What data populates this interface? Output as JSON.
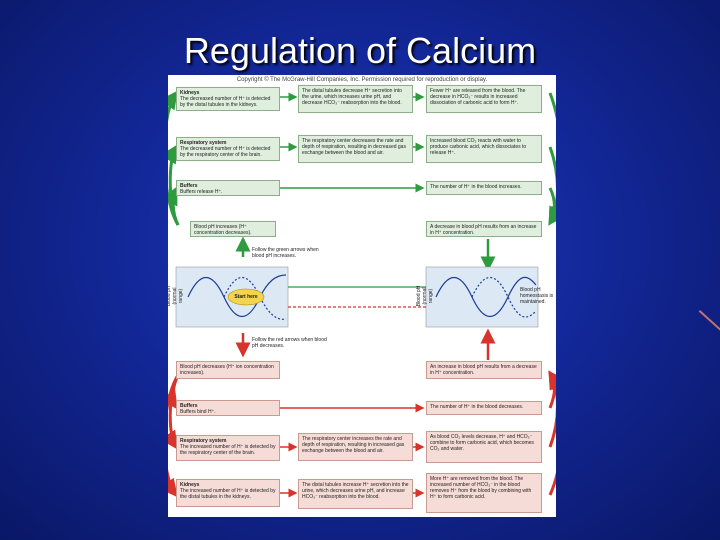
{
  "slide": {
    "title": "Regulation of Calcium",
    "copyright": "Copyright © The McGraw-Hill Companies, Inc. Permission required for reproduction or display."
  },
  "top": {
    "kidneys": {
      "title": "Kidneys",
      "text": "The decreased number of H⁺ is detected by the distal tubules in the kidneys."
    },
    "kidneys_effect": "The distal tubules decrease H⁺ secretion into the urine, which increases urine pH, and decrease HCO₃⁻ reabsorption into the blood.",
    "kidneys_result": "Fewer H⁺ are released from the blood. The decrease in HCO₃⁻ results in increased dissociation of carbonic acid to form H⁺.",
    "resp": {
      "title": "Respiratory system",
      "text": "The decreased number of H⁺ is detected by the respiratory center of the brain."
    },
    "resp_effect": "The respiratory center decreases the rate and depth of respiration, resulting in decreased gas exchange between the blood and air.",
    "resp_result": "Increased blood CO₂ reacts with water to produce carbonic acid, which dissociates to release H⁺.",
    "buffers": {
      "title": "Buffers",
      "text": "Buffers release H⁺."
    },
    "buffers_result": "The number of H⁺ in the blood increases.",
    "ph_up": "Blood pH increases (H⁺ concentration decreases).",
    "ph_up_result": "A decrease in blood pH results from an increase in H⁺ concentration.",
    "green_note": "Follow the green arrows when blood pH increases."
  },
  "middle": {
    "left_axis": "Blood pH (normal range)",
    "right_axis": "Blood pH (normal range)",
    "start": "Start here",
    "homeostasis": "Blood pH homeostasis is maintained."
  },
  "bottom": {
    "red_note": "Follow the red arrows when blood pH decreases.",
    "ph_down": "Blood pH decreases (H⁺ ion concentration increases).",
    "ph_down_result": "An increase in blood pH results from a decrease in H⁺ concentration.",
    "buffers": {
      "title": "Buffers",
      "text": "Buffers bind H⁺."
    },
    "buffers_result": "The number of H⁺ in the blood decreases.",
    "resp": {
      "title": "Respiratory system",
      "text": "The increased number of H⁺ is detected by the respiratory center of the brain."
    },
    "resp_effect": "The respiratory center increases the rate and depth of respiration, resulting in increased gas exchange between the blood and air.",
    "resp_result": "As blood CO₂ levels decrease, H⁺ and HCO₃⁻ combine to form carbonic acid, which becomes CO₂ and water.",
    "kidneys": {
      "title": "Kidneys",
      "text": "The increased number of H⁺ is detected by the distal tubules in the kidneys."
    },
    "kidneys_effect": "The distal tubules increase H⁺ secretion into the urine, which decreases urine pH, and increase HCO₃⁻ reabsorption into the blood.",
    "kidneys_result": "More H⁺ are removed from the blood. The increased number of HCO₃⁻ in the blood removes H⁺ from the blood by combining with H⁺ to form carbonic acid."
  },
  "colors": {
    "green": "#2e9b3e",
    "red": "#d9342b",
    "green_box": "#dfeedd",
    "red_box": "#f6dcd6",
    "band": "#dde8f5"
  }
}
